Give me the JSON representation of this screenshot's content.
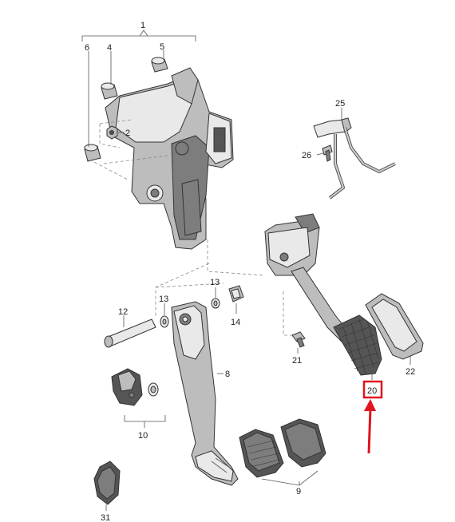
{
  "labels": {
    "p1": "1",
    "p2": "2",
    "p4": "4",
    "p5": "5",
    "p6": "6",
    "p8": "8",
    "p9": "9",
    "p10": "10",
    "p12": "12",
    "p13a": "13",
    "p13b": "13",
    "p14": "14",
    "p20": "20",
    "p21": "21",
    "p22": "22",
    "p25": "25",
    "p26": "26",
    "p31": "31"
  },
  "highlight": {
    "part": "20",
    "box_color": "#e0141e",
    "arrow_color": "#e0141e"
  }
}
